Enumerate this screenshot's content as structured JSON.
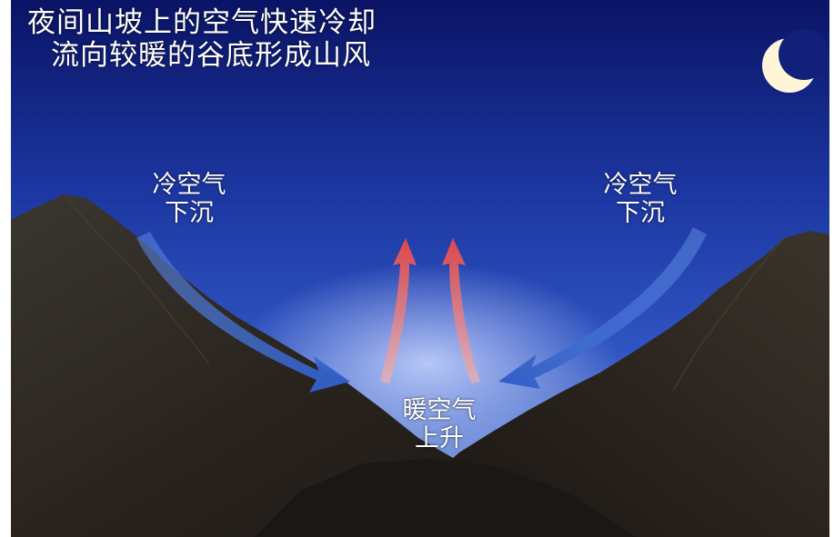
{
  "caption": {
    "line1": "夜间山坡上的空气快速冷却",
    "line2": "流向较暖的谷底形成山风"
  },
  "labels": {
    "left": {
      "line1": "冷空气",
      "line2": "下沉"
    },
    "right": {
      "line1": "冷空气",
      "line2": "下沉"
    },
    "center": {
      "line1": "暖空气",
      "line2": "上升"
    }
  },
  "icons": {
    "moon": "crescent-moon-icon",
    "cold_arrow": "arrow-down-slope-icon",
    "warm_arrow": "arrow-up-icon"
  },
  "colors": {
    "sky_top": "#0a1466",
    "sky_mid": "#2f54c2",
    "sky_low": "#8fa8e8",
    "mountain": "#2a2420",
    "cold_arrow": "#3a66c8",
    "warm_arrow": "#e0504c",
    "moon": "#fff6d8"
  }
}
